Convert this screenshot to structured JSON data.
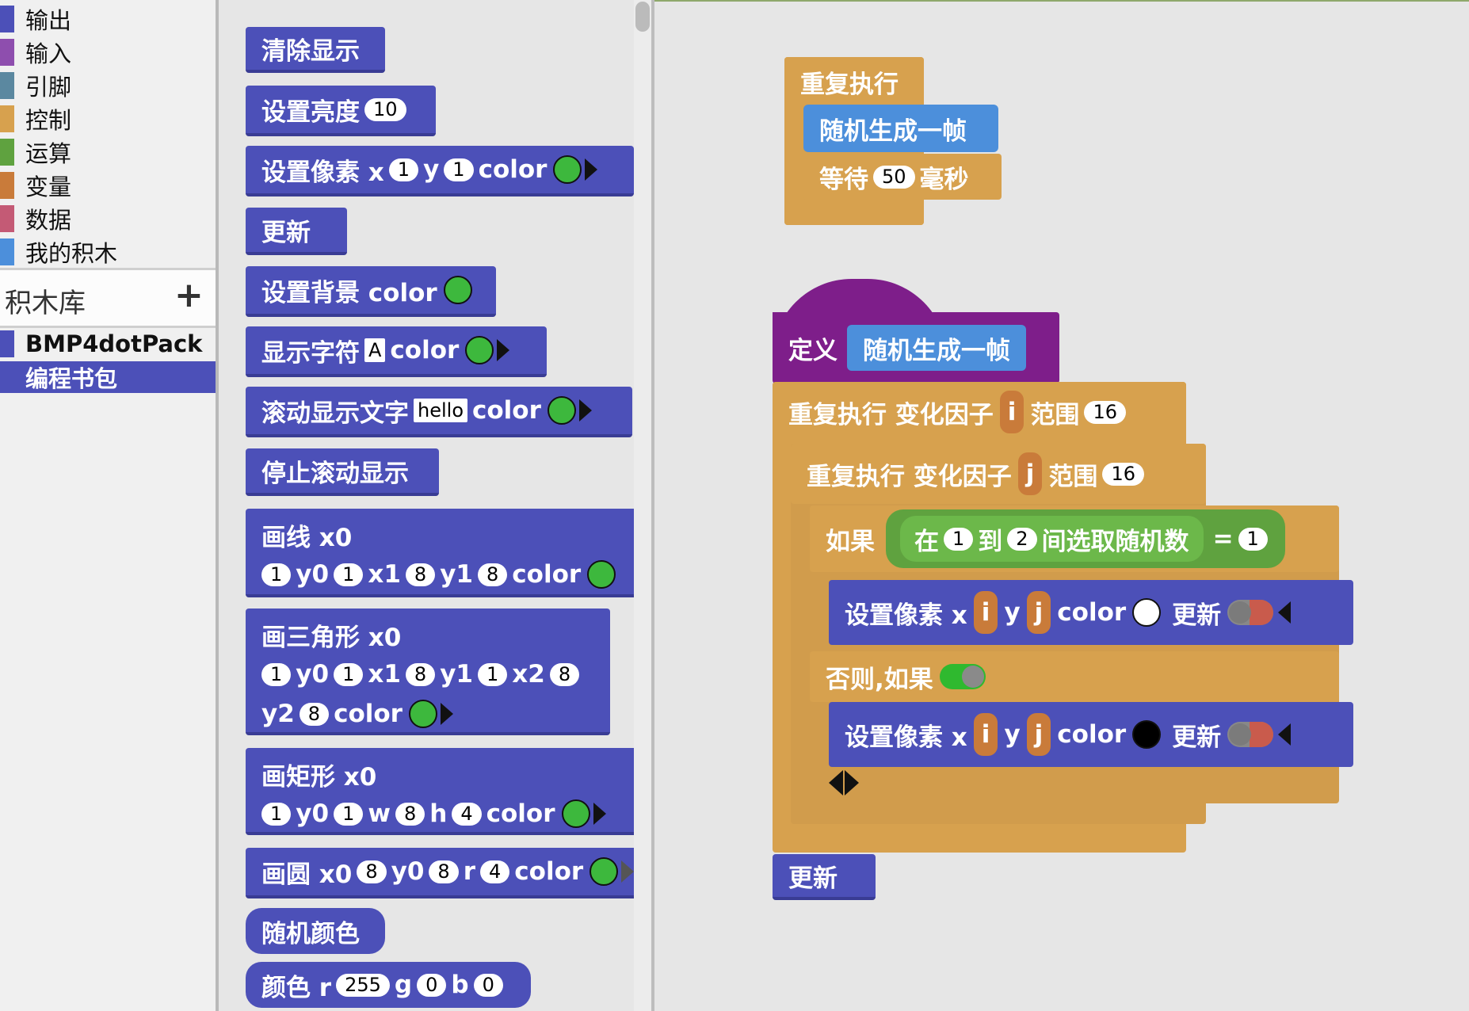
{
  "categories": [
    {
      "label": "输出",
      "color": "#4c50b8"
    },
    {
      "label": "输入",
      "color": "#8e4eae"
    },
    {
      "label": "引脚",
      "color": "#5b88a0"
    },
    {
      "label": "控制",
      "color": "#d7a14e"
    },
    {
      "label": "运算",
      "color": "#5fa23f"
    },
    {
      "label": "变量",
      "color": "#c97b3a"
    },
    {
      "label": "数据",
      "color": "#c45a75"
    },
    {
      "label": "我的积木",
      "color": "#4c8fdb"
    }
  ],
  "library": {
    "title": "积木库",
    "add_icon": "plus-icon",
    "items": [
      "BMP4dotPack",
      "编程书包"
    ]
  },
  "palette": {
    "clear": "清除显示",
    "brightness": {
      "label": "设置亮度",
      "value": "10"
    },
    "pixel": {
      "label": "设置像素 x",
      "x": "1",
      "y_label": "y",
      "y": "1",
      "color_label": "color"
    },
    "update": "更新",
    "background": {
      "label": "设置背景 color"
    },
    "char": {
      "label": "显示字符",
      "value": "A",
      "color_label": "color"
    },
    "scroll": {
      "label": "滚动显示文字",
      "value": "hello",
      "color_label": "color"
    },
    "stop_scroll": "停止滚动显示",
    "line": {
      "title": "画线 x0",
      "x0": "1",
      "y0_label": "y0",
      "y0": "1",
      "x1_label": "x1",
      "x1": "8",
      "y1_label": "y1",
      "y1": "8",
      "color_label": "color"
    },
    "triangle": {
      "title": "画三角形 x0",
      "x0": "1",
      "y0_label": "y0",
      "y0": "1",
      "x1_label": "x1",
      "x1": "8",
      "y1_label": "y1",
      "y1": "1",
      "x2_label": "x2",
      "x2": "8",
      "y2_label": "y2",
      "y2": "8",
      "color_label": "color"
    },
    "rect": {
      "title": "画矩形 x0",
      "x0": "1",
      "y0_label": "y0",
      "y0": "1",
      "w_label": "w",
      "w": "8",
      "h_label": "h",
      "h": "4",
      "color_label": "color"
    },
    "circle": {
      "label": "画圆 x0",
      "x0": "8",
      "y0_label": "y0",
      "y0": "8",
      "r_label": "r",
      "r": "4",
      "color_label": "color"
    },
    "random_color": "随机颜色",
    "rgb": {
      "label": "颜色 r",
      "r": "255",
      "g_label": "g",
      "g": "0",
      "b_label": "b",
      "b": "0"
    }
  },
  "workspace": {
    "forever": {
      "label": "重复执行",
      "call": "随机生成一帧",
      "wait_label": "等待",
      "wait_value": "50",
      "wait_unit": "毫秒"
    },
    "define": {
      "label": "定义",
      "name": "随机生成一帧"
    },
    "loop_i": {
      "label": "重复执行 变化因子",
      "var": "i",
      "range_label": "范围",
      "range": "16"
    },
    "loop_j": {
      "label": "重复执行 变化因子",
      "var": "j",
      "range_label": "范围",
      "range": "16"
    },
    "if": {
      "label": "如果",
      "rand_in": "在",
      "from": "1",
      "to_label": "到",
      "to": "2",
      "rand_suffix": "间选取随机数",
      "eq": "=",
      "cmp": "1"
    },
    "set1": {
      "label": "设置像素 x",
      "x": "i",
      "y_label": "y",
      "y": "j",
      "color_label": "color",
      "update_label": "更新"
    },
    "elseif": {
      "label": "否则,如果"
    },
    "set2": {
      "label": "设置像素 x",
      "x": "i",
      "y_label": "y",
      "y": "j",
      "color_label": "color",
      "update_label": "更新"
    },
    "update": "更新"
  },
  "colors": {
    "output": "#4c50b8",
    "control": "#d7a14e",
    "operators": "#5fa23f",
    "variables": "#c97b3a",
    "myblocks": "#4c8fdb",
    "define": "#7e1e8a"
  }
}
